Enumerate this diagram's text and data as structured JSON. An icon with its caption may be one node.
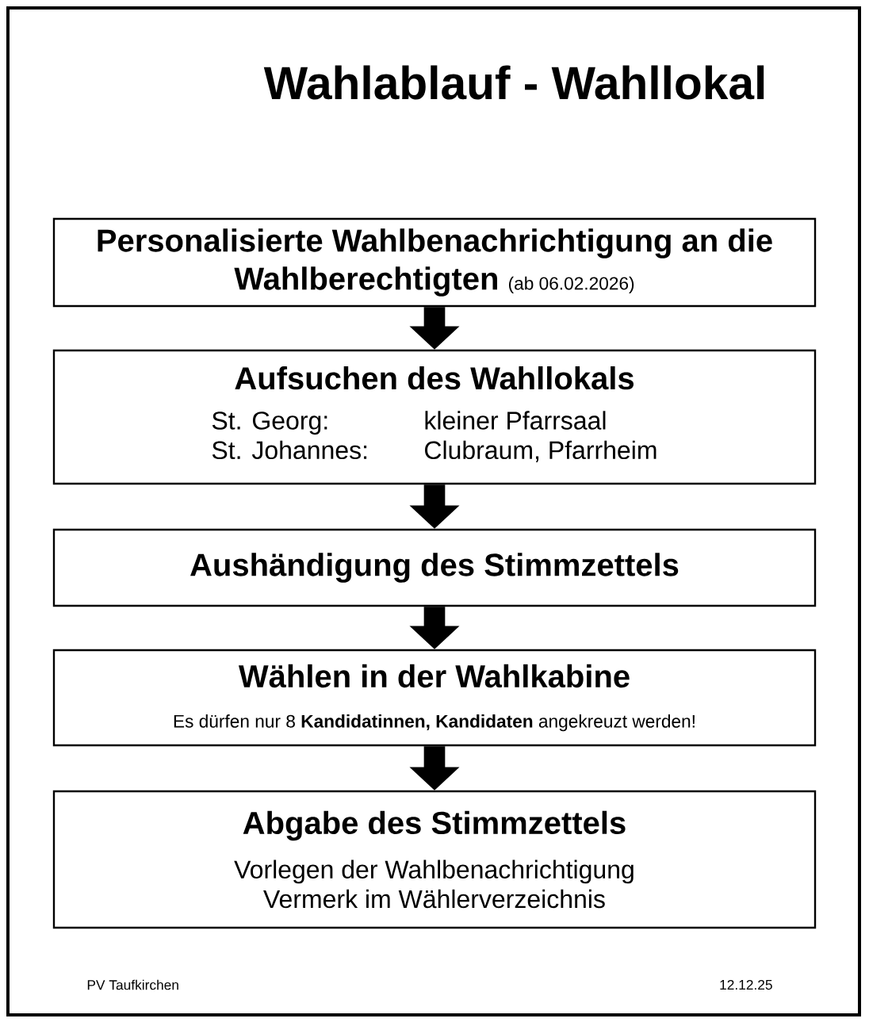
{
  "diagram": {
    "title": "Wahlablauf - Wahllokal",
    "nodes": [
      {
        "text": [
          "Personalisierte Wahlbenachrichtigung an die Wahlberechtigten",
          "(ab 06.02.2026)"
        ]
      },
      {
        "text": [
          "Aufsuchen des Wahllokals",
          "St. Georg:",
          "kleiner Pfarrsaal",
          "St. Johannes:",
          "Clubraum, Pfarrheim"
        ]
      },
      {
        "text": [
          "Aushändigung des Stimmzettels"
        ]
      },
      {
        "text": [
          "Wählen in der Wahlkabine",
          "Es dürfen nur 8 **Kandidatinnen, Kandidaten** angekreuzt werden!"
        ]
      },
      {
        "text": [
          "Abgabe des Stimmzettels",
          "Vorlegen der Wahlbenachrichtigung",
          "Vermerk im Wählerverzeichnis"
        ]
      }
    ],
    "edges": [
      {
        "from": 0,
        "to": 1,
        "arrow": "to"
      },
      {
        "from": 1,
        "to": 2,
        "arrow": "to"
      },
      {
        "from": 2,
        "to": 3,
        "arrow": "to"
      },
      {
        "from": 3,
        "to": 4,
        "arrow": "to"
      }
    ],
    "labels": [
      "PV Taufkirchen",
      "12.12.25"
    ]
  }
}
